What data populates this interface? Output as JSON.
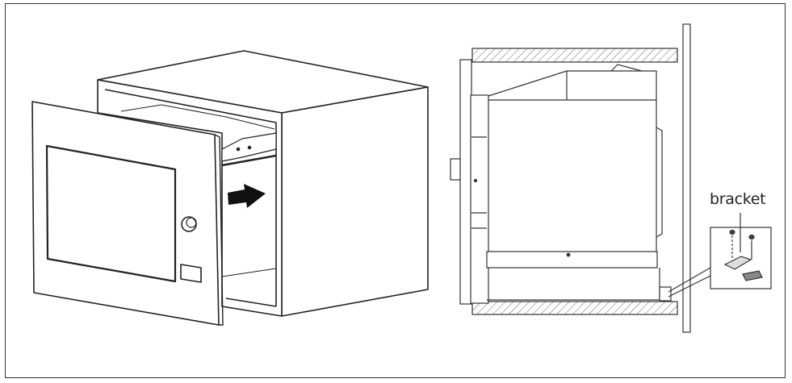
{
  "figure": {
    "left_panel": {
      "description": "Perspective view of built-in microwave being slid into cabinet niche",
      "arrow_direction": "right (insert)"
    },
    "right_panel": {
      "description": "Side cross-section of microwave installed in cabinet with bracket detail",
      "callout_label": "bracket"
    }
  }
}
